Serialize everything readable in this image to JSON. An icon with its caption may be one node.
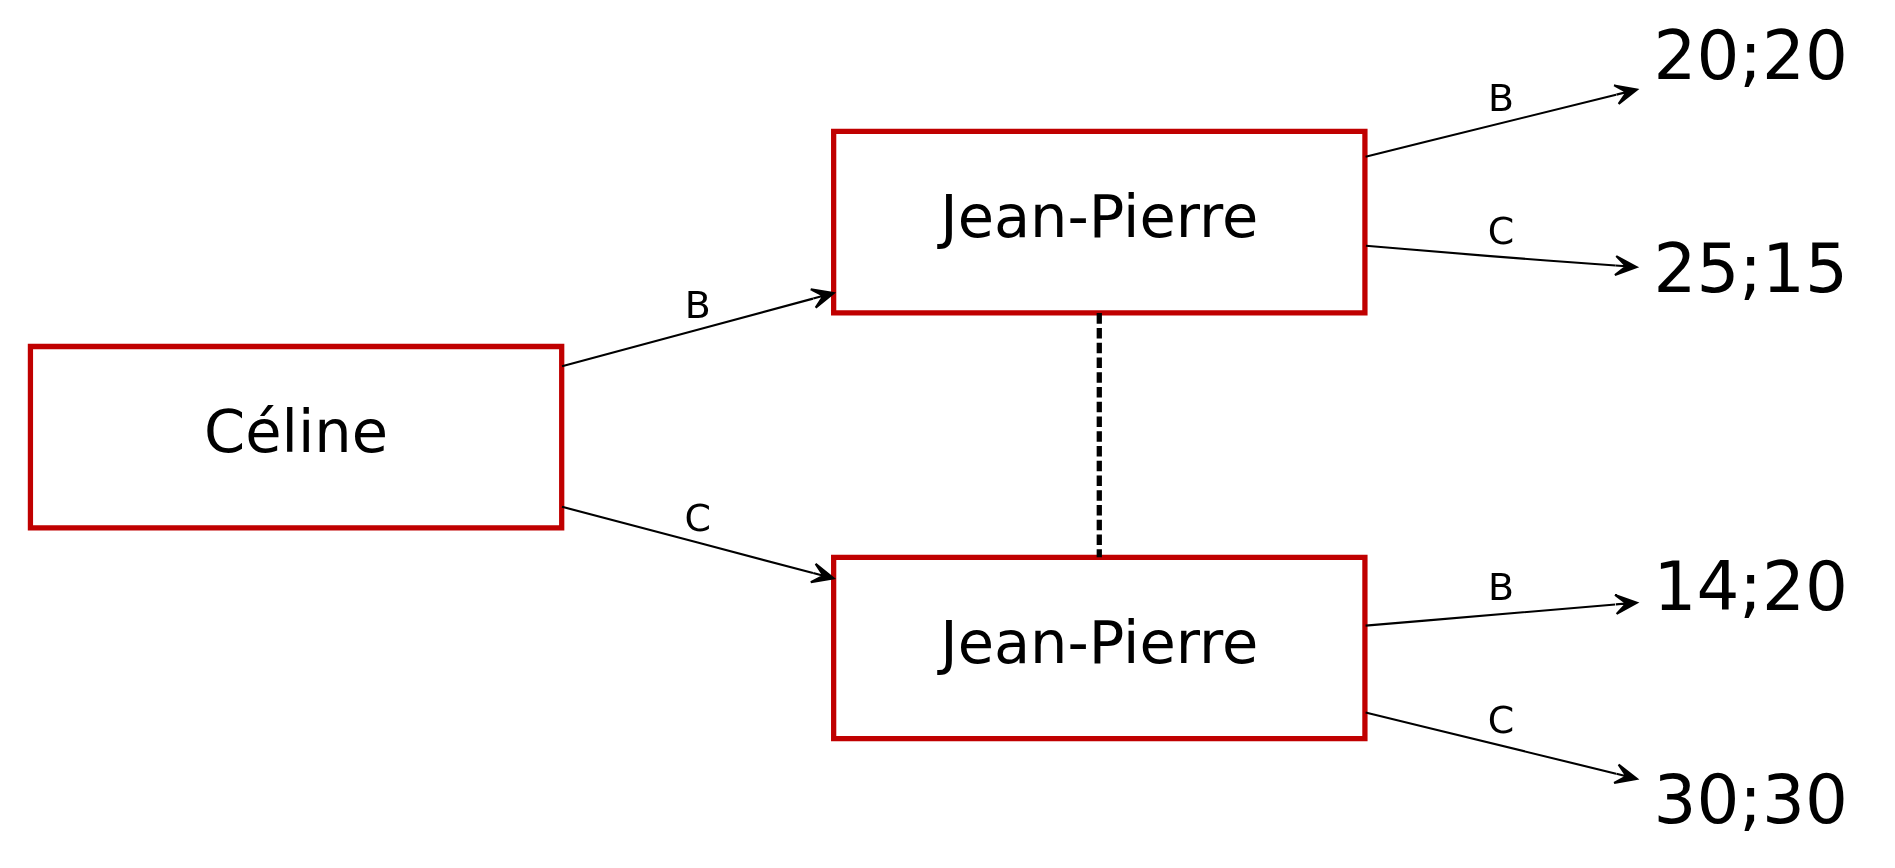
{
  "diagram": {
    "nodes": [
      {
        "text": [
          "Céline"
        ]
      },
      {
        "text": [
          "Jean-Pierre"
        ]
      },
      {
        "text": [
          "Jean-Pierre"
        ]
      },
      {
        "text": [
          "20;20"
        ]
      },
      {
        "text": [
          "25;15"
        ]
      },
      {
        "text": [
          "14;20"
        ]
      },
      {
        "text": [
          "30;30"
        ]
      }
    ],
    "edges": [
      {
        "from": 0,
        "to": 1,
        "arrow": "to",
        "label": "B"
      },
      {
        "from": 0,
        "to": 2,
        "arrow": "to",
        "label": "C"
      },
      {
        "from": 1,
        "to": 3,
        "arrow": "to",
        "label": "B"
      },
      {
        "from": 1,
        "to": 4,
        "arrow": "to",
        "label": "C"
      },
      {
        "from": 2,
        "to": 5,
        "arrow": "to",
        "label": "B"
      },
      {
        "from": 2,
        "to": 6,
        "arrow": "to",
        "label": "C"
      },
      {
        "from": 1,
        "to": 2,
        "arrow": "none",
        "style": "dashed"
      }
    ]
  }
}
